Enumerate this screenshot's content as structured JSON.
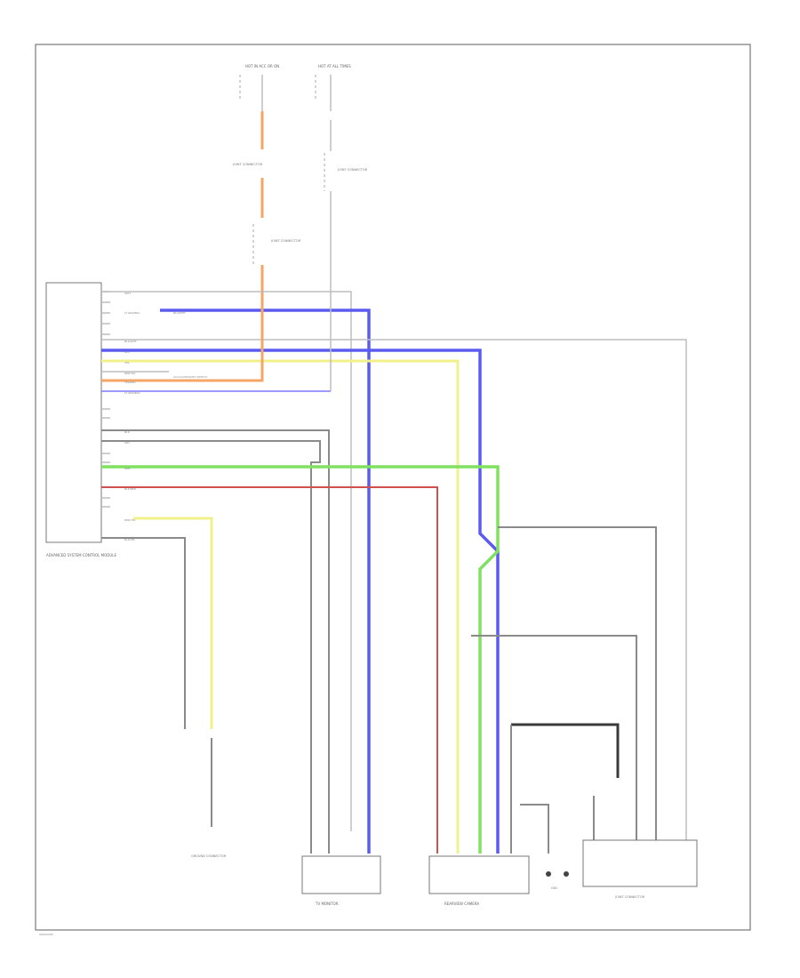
{
  "diagram": {
    "components": {
      "module": {
        "label": "ADVANCED SYSTEM CONTROL MODULE"
      },
      "tv_monitor": {
        "label": "TV MONITOR"
      },
      "rear_camera": {
        "label": "REARVIEW CAMERA"
      },
      "junction": {
        "label": "JOINT CONNECTOR"
      },
      "ground_g": {
        "label": "G61"
      },
      "ground_connector": {
        "label": "GROUND CONNECTOR"
      }
    },
    "top_labels": {
      "fuse_a": "HOT IN ACC OR ON",
      "fuse_b": "HOT AT ALL TIMES",
      "joint_a": "JOINT CONNECTOR",
      "joint_b": "JOINT CONNECTOR",
      "joint_c": "JOINT CONNECTOR"
    },
    "wire_labels": {
      "w1": "WHT",
      "w2": "LT GRN/BLU",
      "w3": "BLU/WHT",
      "w4": "BLK/WHT",
      "w5": "BLU",
      "w6": "YEL",
      "w7": "RED/YEL",
      "w8": "YEL/RED",
      "w9": "LT GRN/BLK",
      "w10": "BLK",
      "w11": "GRY",
      "w12": "GRN",
      "w13": "BLK/RED",
      "w14": "RED/YEL",
      "w15": "BLK/YEL",
      "w16": "ACC/ACCESSORY SWITCH"
    },
    "footer_code": "G0000000"
  }
}
